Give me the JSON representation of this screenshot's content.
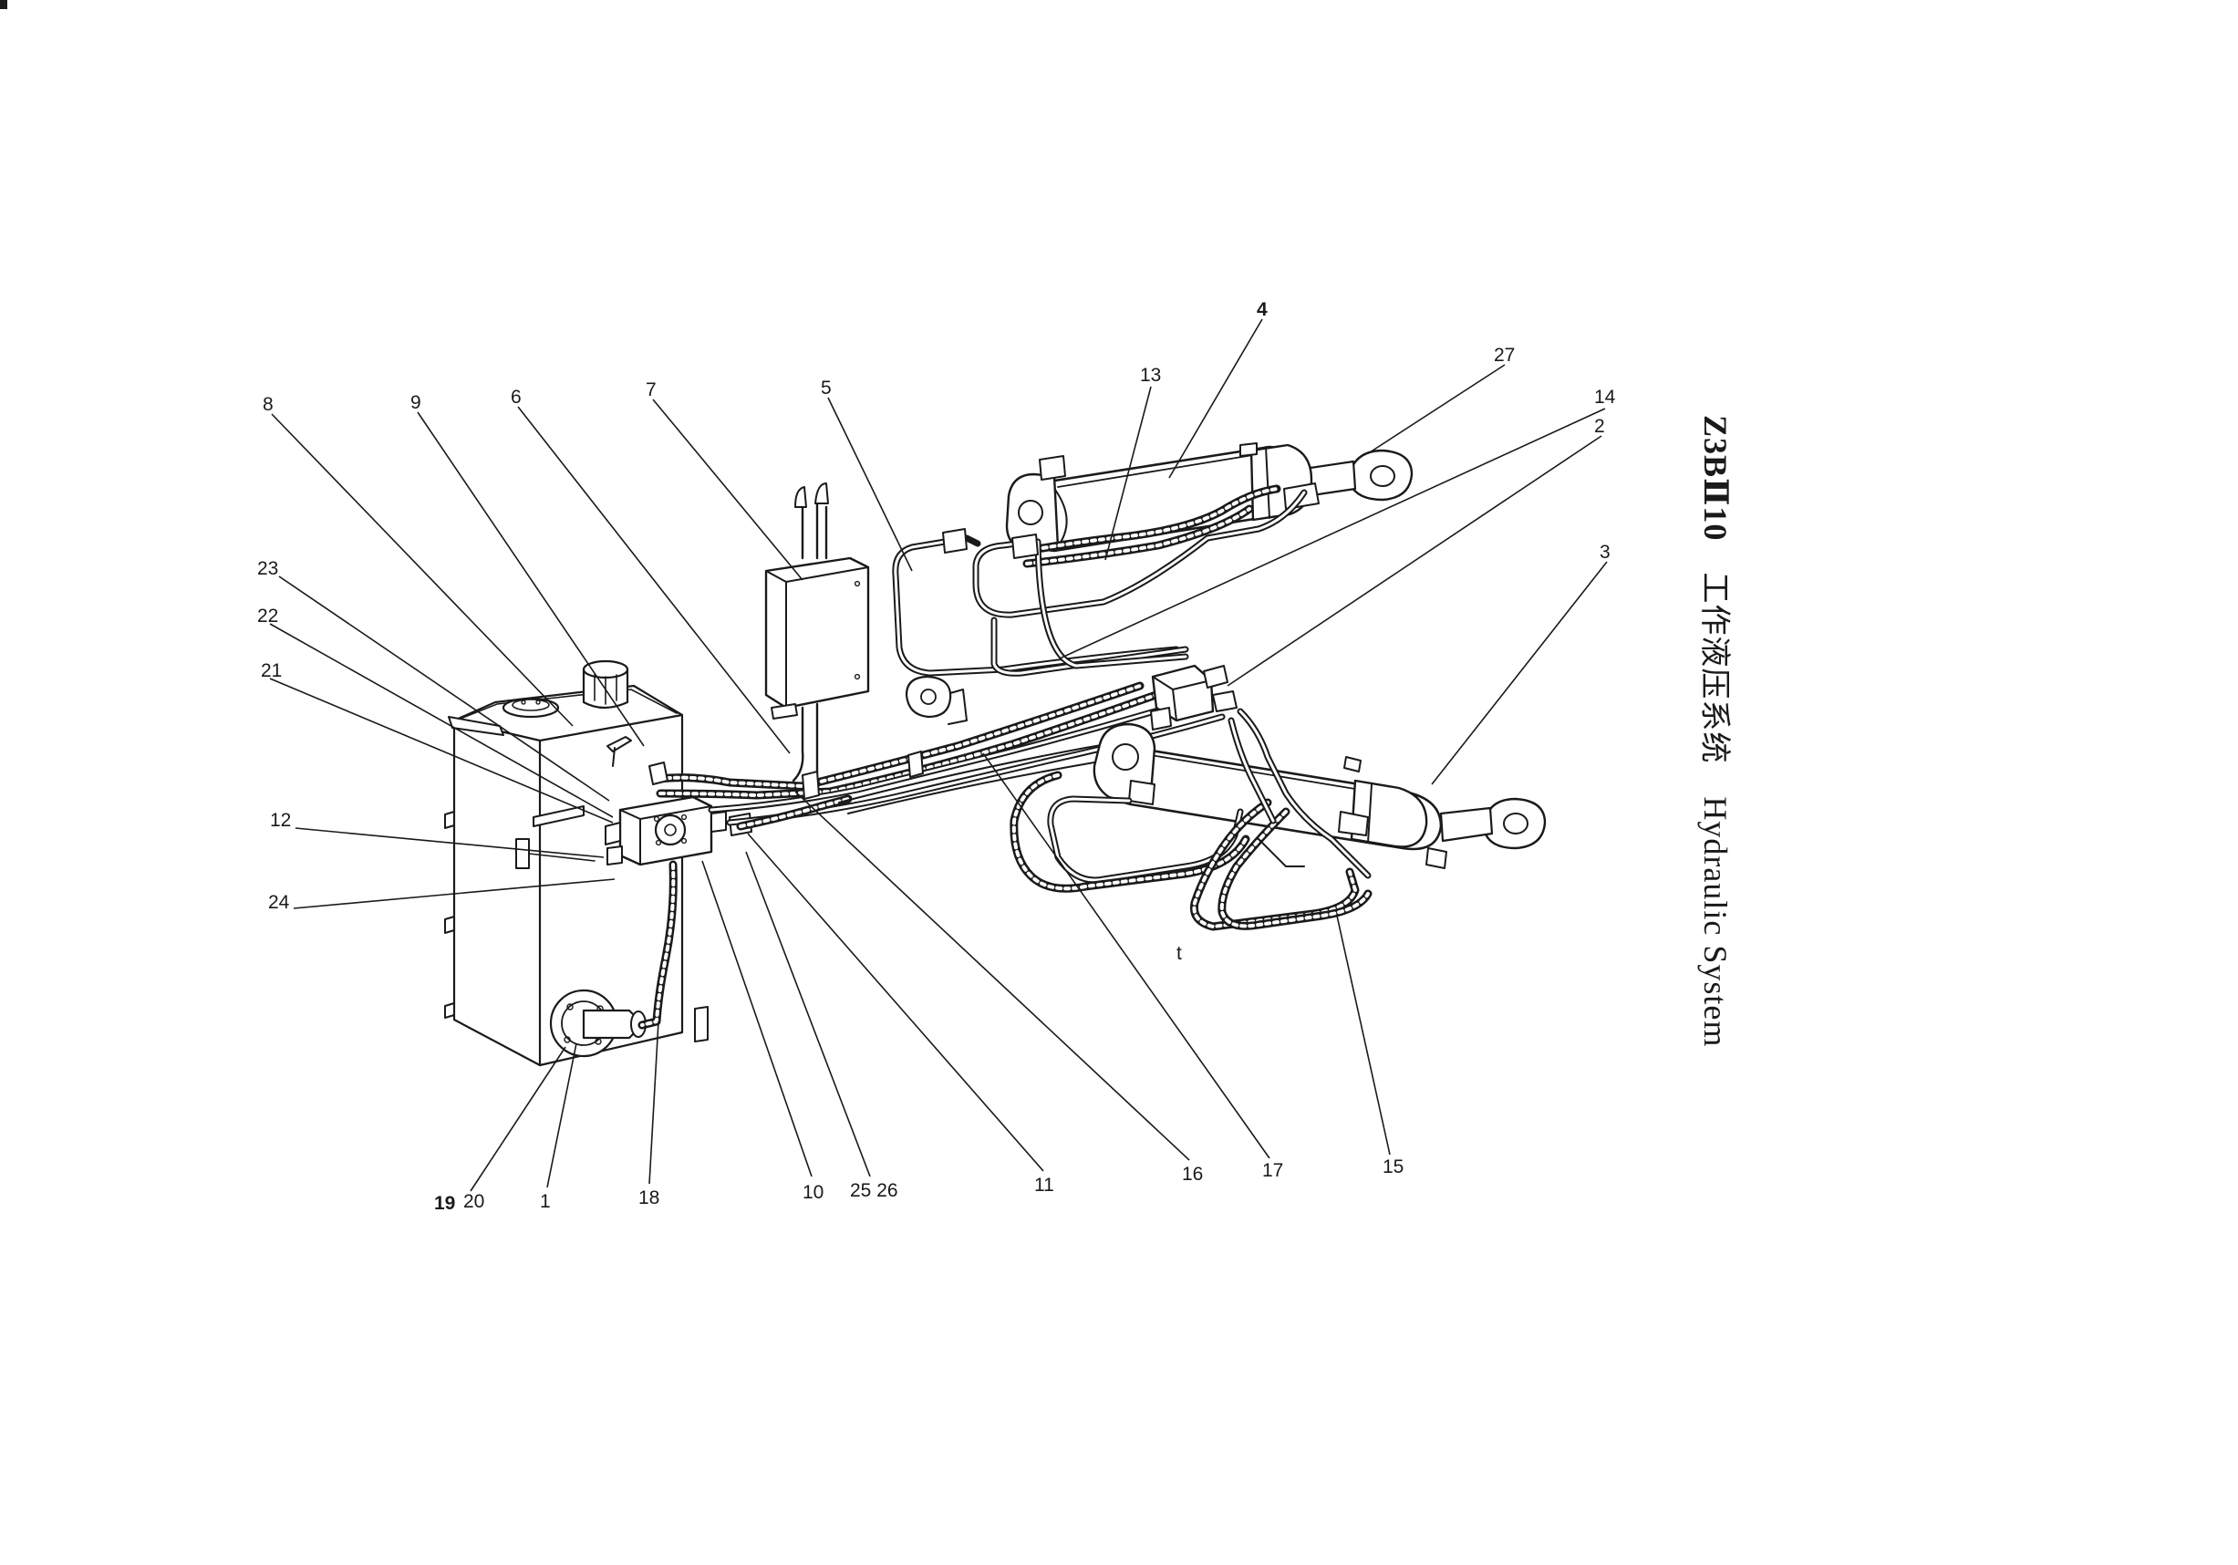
{
  "title": {
    "code": "Z3BⅡ10",
    "chinese": "工作液压系统",
    "english": "Hydraulic System"
  },
  "callouts": [
    {
      "id": "c4",
      "text": "4",
      "bold": true
    },
    {
      "id": "c27",
      "text": "27",
      "bold": false
    },
    {
      "id": "c13",
      "text": "13",
      "bold": false
    },
    {
      "id": "c14",
      "text": "14",
      "bold": false
    },
    {
      "id": "c5",
      "text": "5",
      "bold": false
    },
    {
      "id": "c2",
      "text": "2",
      "bold": false
    },
    {
      "id": "c7",
      "text": "7",
      "bold": false
    },
    {
      "id": "c6",
      "text": "6",
      "bold": false
    },
    {
      "id": "c9",
      "text": "9",
      "bold": false
    },
    {
      "id": "c8",
      "text": "8",
      "bold": false
    },
    {
      "id": "c3",
      "text": "3",
      "bold": false
    },
    {
      "id": "c23",
      "text": "23",
      "bold": false
    },
    {
      "id": "c22",
      "text": "22",
      "bold": false
    },
    {
      "id": "c21",
      "text": "21",
      "bold": false
    },
    {
      "id": "c12",
      "text": "12",
      "bold": false
    },
    {
      "id": "c24",
      "text": "24",
      "bold": false
    },
    {
      "id": "c15",
      "text": "15",
      "bold": false
    },
    {
      "id": "c17",
      "text": "17",
      "bold": false
    },
    {
      "id": "c16",
      "text": "16",
      "bold": false
    },
    {
      "id": "c11",
      "text": "11",
      "bold": false
    },
    {
      "id": "c2526",
      "text": "25 26",
      "bold": false
    },
    {
      "id": "c10",
      "text": "10",
      "bold": false
    },
    {
      "id": "c18",
      "text": "18",
      "bold": false
    },
    {
      "id": "c1",
      "text": "1",
      "bold": false
    },
    {
      "id": "c1920a",
      "text": "19",
      "bold": true
    },
    {
      "id": "c1920b",
      "text": "20",
      "bold": false
    }
  ],
  "stray_mark": "t"
}
